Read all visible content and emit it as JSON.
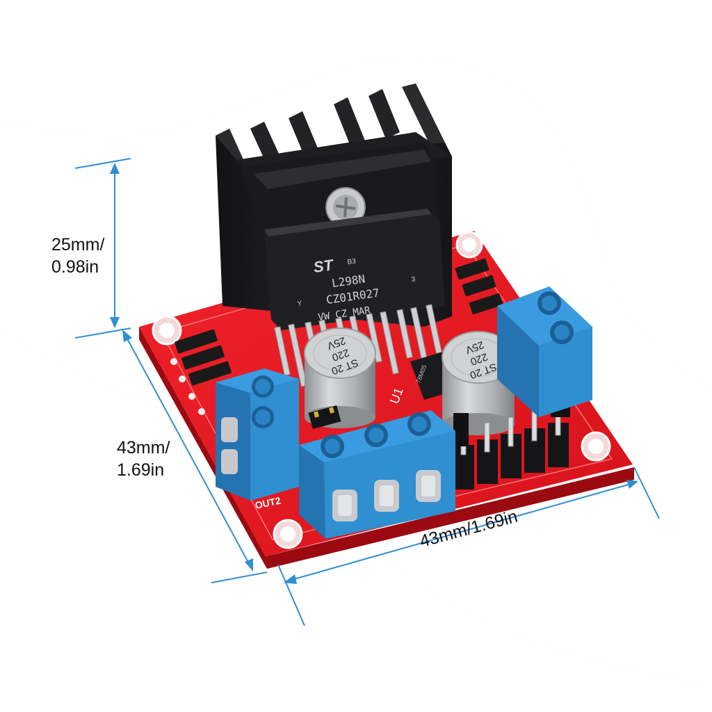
{
  "dimensions": {
    "height": {
      "line1": "25mm/",
      "line2": "0.98in"
    },
    "depth": {
      "line1": "43mm/",
      "line2": "1.69in"
    },
    "width": {
      "label": "43mm/1.69in"
    }
  },
  "chip": {
    "brand_logo": "ST",
    "badge": "B3",
    "part_number": "L298N",
    "lot_code": "CZ01R027",
    "origin_code": "VW  CZ  MAR",
    "pin_mark_y": "Y",
    "pin_mark_3": "3"
  },
  "capacitors": {
    "left": {
      "line1": "ST 20",
      "line2": "220",
      "line3": "25V"
    },
    "right": {
      "line1": "ST 20",
      "line2": "220",
      "line3": "25V"
    }
  },
  "regulator": {
    "label": "78M05"
  },
  "silkscreen": {
    "out2": "OUT2",
    "u1": "U1"
  },
  "colors": {
    "background": "#e6e7e9",
    "white_wave": "#ffffff",
    "pcb_red": "#e3141b",
    "heatsink": "#1c1c1e",
    "terminal_blue": "#2f8fd0",
    "dimension_blue": "#2e8ed6",
    "capacitor": "#b4b6b9"
  }
}
